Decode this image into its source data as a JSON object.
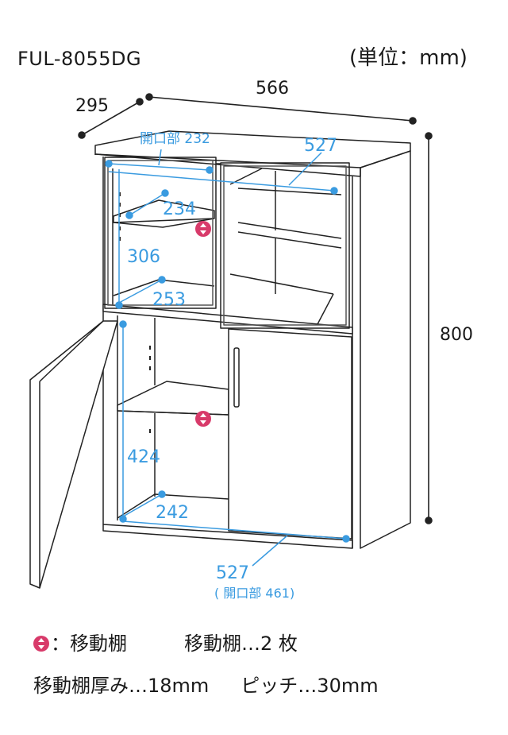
{
  "model": "FUL-8055DG",
  "unit": "(単位：mm)",
  "dims": {
    "depth": "295",
    "width": "566",
    "height": "800",
    "upper_opening": "開口部 232",
    "upper_inner_width": "527",
    "shelf_depth_upper": "234",
    "upper_inner_height": "306",
    "bottom_depth_upper": "253",
    "lower_inner_height": "424",
    "bottom_depth_lower": "242",
    "lower_inner_width": "527",
    "lower_opening": "( 開口部 461)"
  },
  "legend": {
    "symbol_label": "：移動棚",
    "shelf_count": "移動棚…2 枚",
    "thickness": "移動棚厚み…18mm",
    "pitch": "ピッチ…30mm"
  },
  "colors": {
    "blue": "#3a9be0",
    "pink": "#d83a6a",
    "line": "#222222"
  }
}
